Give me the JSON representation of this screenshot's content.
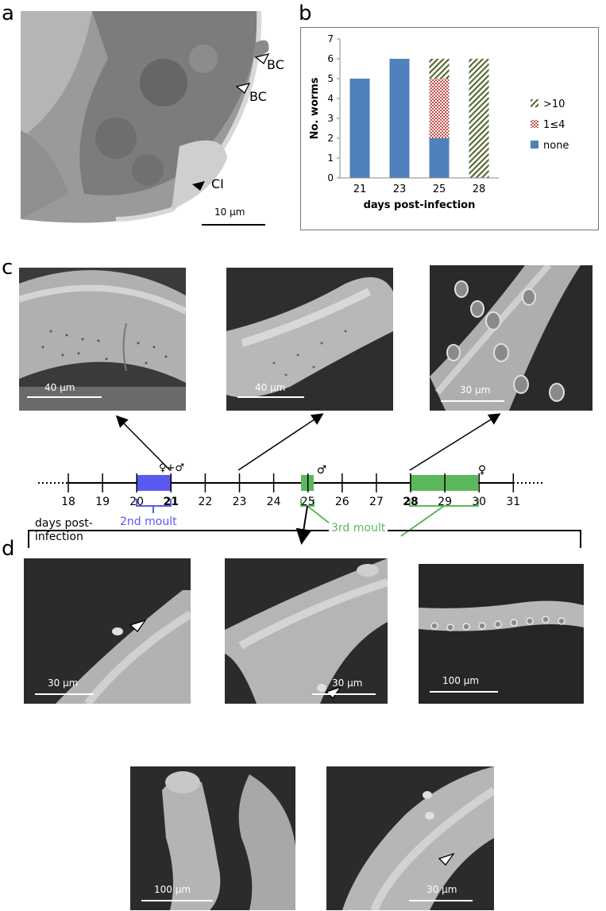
{
  "panels": {
    "a": "a",
    "b": "b",
    "c": "c",
    "d": "d"
  },
  "panel_a": {
    "labels": {
      "bc1": "BC",
      "bc2": "BC",
      "ci": "CI"
    },
    "scale": "10 μm"
  },
  "chart_data": {
    "type": "bar",
    "stacked": true,
    "categories": [
      "21",
      "23",
      "25",
      "28"
    ],
    "series": [
      {
        "name": "none",
        "values": [
          5,
          6,
          2,
          0
        ],
        "color": "#4f81bd",
        "pattern": "solid"
      },
      {
        "name": "1≤4",
        "values": [
          0,
          0,
          3,
          0
        ],
        "color": "#c0504d",
        "pattern": "checker"
      },
      {
        "name": ">10",
        "values": [
          0,
          0,
          1,
          6
        ],
        "color": "#4f6228",
        "pattern": "diagonal"
      }
    ],
    "legend_order": [
      ">10",
      "1≤4",
      "none"
    ],
    "legend_position": "right",
    "xlabel": "days post-infection",
    "ylabel": "No. worms",
    "ylim": [
      0,
      7
    ],
    "yticks": [
      "0",
      "1",
      "2",
      "3",
      "4",
      "5",
      "6",
      "7"
    ],
    "grid": false
  },
  "panel_c": {
    "scales": [
      "40 μm",
      "40 μm",
      "30 μm"
    ]
  },
  "timeline": {
    "days": [
      "18",
      "19",
      "20",
      "21",
      "22",
      "23",
      "24",
      "25",
      "26",
      "27",
      "28",
      "29",
      "30",
      "31"
    ],
    "bold_days": [
      "21",
      "28"
    ],
    "symbol_21": "♀+♂",
    "symbol_25": "♂",
    "symbol_30": "♀",
    "axis_label_line1": "days post-",
    "axis_label_line2": "infection",
    "moult2_label": "2nd moult",
    "moult3_label": "3rd moult",
    "colors": {
      "moult2": "#5a5af0",
      "moult3": "#5cb85c"
    }
  },
  "panel_d": {
    "scales": [
      "30 μm",
      "30 μm",
      "100 μm",
      "100 μm",
      "30 μm"
    ]
  }
}
